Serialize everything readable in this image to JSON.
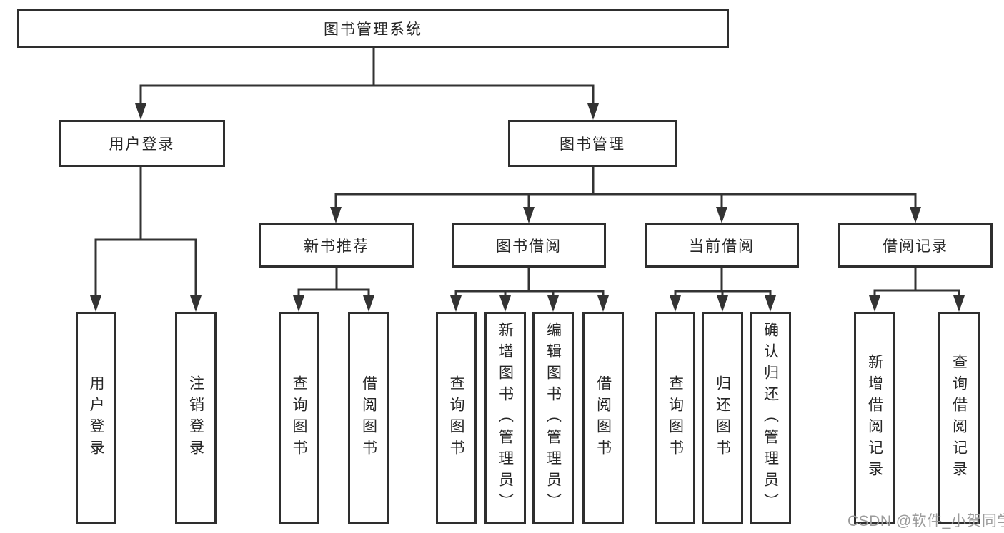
{
  "diagram_type": "hierarchy-tree",
  "nodes": {
    "root": "图书管理系统",
    "user_login": "用户登录",
    "book_mgmt": "图书管理",
    "new_book_rec": "新书推荐",
    "book_borrow": "图书借阅",
    "current_borrow": "当前借阅",
    "borrow_record": "借阅记录",
    "ul_login": "用户登录",
    "ul_logout": "注销登录",
    "nb_query": "查询图书",
    "nb_borrow": "借阅图书",
    "bb_query": "查询图书",
    "bb_add": "新增图书（管理员）",
    "bb_edit": "编辑图书（管理员）",
    "bb_borrow": "借阅图书",
    "cb_query": "查询图书",
    "cb_return": "归还图书",
    "cb_confirm": "确认归还（管理员）",
    "br_add": "新增借阅记录",
    "br_query": "查询借阅记录"
  },
  "structure": {
    "图书管理系统": {
      "用户登录": [
        "用户登录",
        "注销登录"
      ],
      "图书管理": {
        "新书推荐": [
          "查询图书",
          "借阅图书"
        ],
        "图书借阅": [
          "查询图书",
          "新增图书（管理员）",
          "编辑图书（管理员）",
          "借阅图书"
        ],
        "当前借阅": [
          "查询图书",
          "归还图书",
          "确认归还（管理员）"
        ],
        "借阅记录": [
          "新增借阅记录",
          "查询借阅记录"
        ]
      }
    }
  },
  "watermark": "CSDN @软件_小贺同学",
  "colors": {
    "line": "#333333",
    "border": "#2e2e2e",
    "text": "#262626",
    "watermark": "#9b9b9b",
    "background": "#ffffff"
  }
}
